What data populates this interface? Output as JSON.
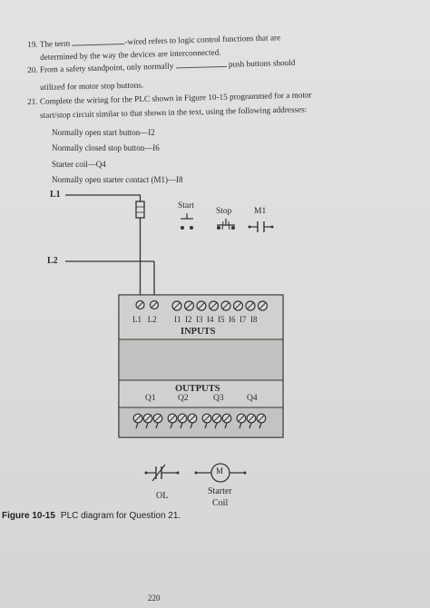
{
  "questions": {
    "q19": {
      "number": "19.",
      "text_a": "The term",
      "text_b": "-wired refers to logic control functions that are",
      "line2": "determined by the way the devices are interconnected."
    },
    "q20": {
      "number": "20.",
      "text_a": "From a safety standpoint, only normally",
      "text_b": "push buttons should",
      "line2": "utilized for motor stop buttons."
    },
    "q21": {
      "number": "21.",
      "line1": "Complete the wiring for the PLC shown in Figure 10-15 programmed for a motor",
      "line2": "start/stop circuit similar to that shown in the text, using the following addresses:"
    }
  },
  "addresses": [
    "Normally open start button—I2",
    "Normally closed stop button—I6",
    "Starter coil—Q4",
    "Normally open starter contact (M1)—I8"
  ],
  "diagram": {
    "l1": "L1",
    "l2": "L2",
    "start_label": "Start",
    "stop_label": "Stop",
    "m1_label": "M1",
    "input_terminals": "L1   L2",
    "input_numbers": "I1  I2  I3  I4  I5  I6  I7  I8",
    "inputs_title": "INPUTS",
    "outputs_title": "OUTPUTS",
    "output_labels": [
      "Q1",
      "Q2",
      "Q3",
      "Q4"
    ],
    "ol_label": "OL",
    "starter_coil_label_1": "Starter",
    "starter_coil_label_2": "Coil",
    "motor_letter": "M"
  },
  "caption": {
    "figure_id": "Figure 10-15",
    "text": "PLC diagram for Question 21."
  },
  "page_number": "220"
}
